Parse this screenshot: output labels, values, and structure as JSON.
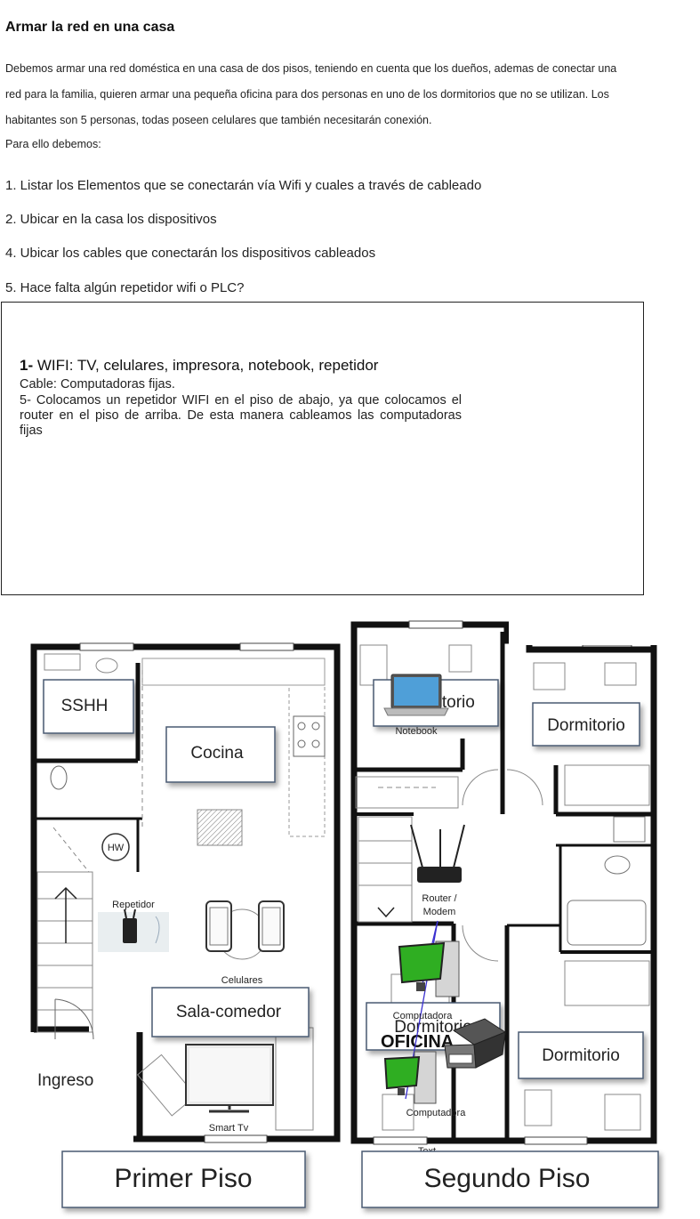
{
  "heading": "Armar la red en una casa",
  "intro": [
    "Debemos armar una red doméstica en una casa de dos pisos, teniendo en cuenta que los dueños, ademas de conectar una",
    "red para la familia, quieren armar una pequeña oficina para dos personas en uno de los dormitorios que no se utilizan. Los",
    "habitantes son 5 personas, todas poseen celulares que también necesitarán conexión.",
    "Para ello debemos:"
  ],
  "steps": [
    "1. Listar los Elementos que se conectarán vía Wifi y cuales a través de cableado",
    "2. Ubicar en la casa los dispositivos",
    "4. Ubicar los cables que conectarán los dispositivos cableados",
    "5. Hace falta algún repetidor wifi o PLC?"
  ],
  "answer": {
    "line1_prefix": "1-",
    "line1_text": " WIFI: TV, celulares, impresora, notebook, repetidor",
    "line2": "Cable: Computadoras fijas.",
    "line3": "5- Colocamos un repetidor WIFI en el piso de abajo, ya que colocamos el router en el piso de arriba. De esta manera cableamos las computadoras fijas"
  },
  "plan": {
    "rooms_first": {
      "sshh": "SSHH",
      "cocina": "Cocina",
      "hw": "HW",
      "sala": "Sala-comedor",
      "ingreso": "Ingreso"
    },
    "rooms_second": {
      "dormitorio_top_left": "Dormitorio",
      "dormitorio_top_right": "Dormitorio",
      "dormitorio_office": "Dormitorio",
      "oficina": "OFICINA",
      "dormitorio_bottom_right": "Dormitorio"
    },
    "devices": {
      "repetidor": "Repetidor",
      "celulares": "Celulares",
      "smart_tv": "Smart Tv",
      "notebook": "Notebook",
      "router": "Router /",
      "modem": "Modem",
      "computadora_1": "Computadora",
      "computadora_2": "Computadora",
      "text_note": "Text"
    },
    "floor_labels": {
      "first": "Primer Piso",
      "second": "Segundo Piso"
    },
    "colors": {
      "wall": "#111111",
      "room_box_border": "#4a5a72",
      "monitor_green": "#2fae22",
      "cable": "#3a2fd0",
      "notebook_screen": "#4f9fd8"
    }
  }
}
